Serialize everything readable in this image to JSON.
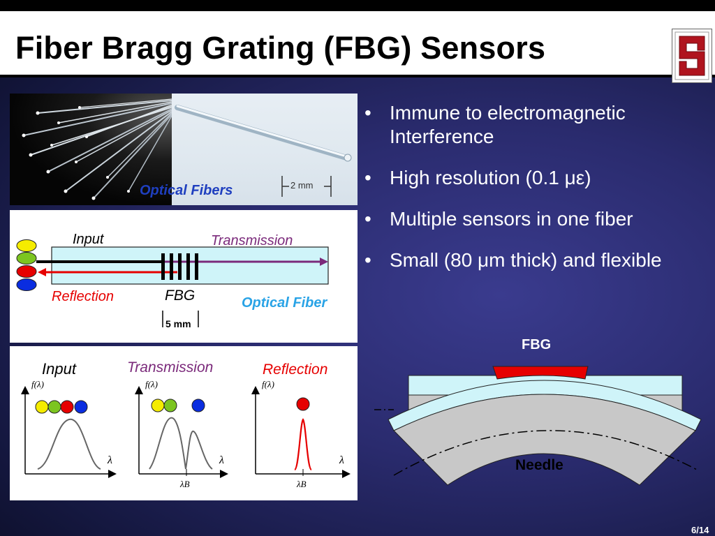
{
  "slide": {
    "title": "Fiber Bragg Grating (FBG) Sensors",
    "page_number": "6/14"
  },
  "photos": {
    "caption": "Optical Fibers",
    "scale_label": "2 mm"
  },
  "schematic": {
    "input_label": "Input",
    "transmission_label": "Transmission",
    "reflection_label": "Reflection",
    "fbg_label": "FBG",
    "fiber_label": "Optical Fiber",
    "length_label": "5 mm"
  },
  "spectra": {
    "input_title": "Input",
    "transmission_title": "Transmission",
    "reflection_title": "Reflection",
    "y_axis": "f(λ)",
    "x_axis": "λ",
    "bragg_label": "λB"
  },
  "bullets": [
    "Immune to electromagnetic Interference",
    "High resolution (0.1 με)",
    "Multiple sensors in one fiber",
    "Small (80 μm thick) and flexible"
  ],
  "needle_diagram": {
    "fbg_label": "FBG",
    "needle_label": "Needle"
  },
  "colors": {
    "yellow": "#f5ec00",
    "green": "#7cc520",
    "red": "#e60000",
    "blue": "#0a2de0",
    "transmission_purple": "#7b2a7b",
    "fiber_cyan": "#cff4f9",
    "caption_blue": "#1f3fbf"
  }
}
